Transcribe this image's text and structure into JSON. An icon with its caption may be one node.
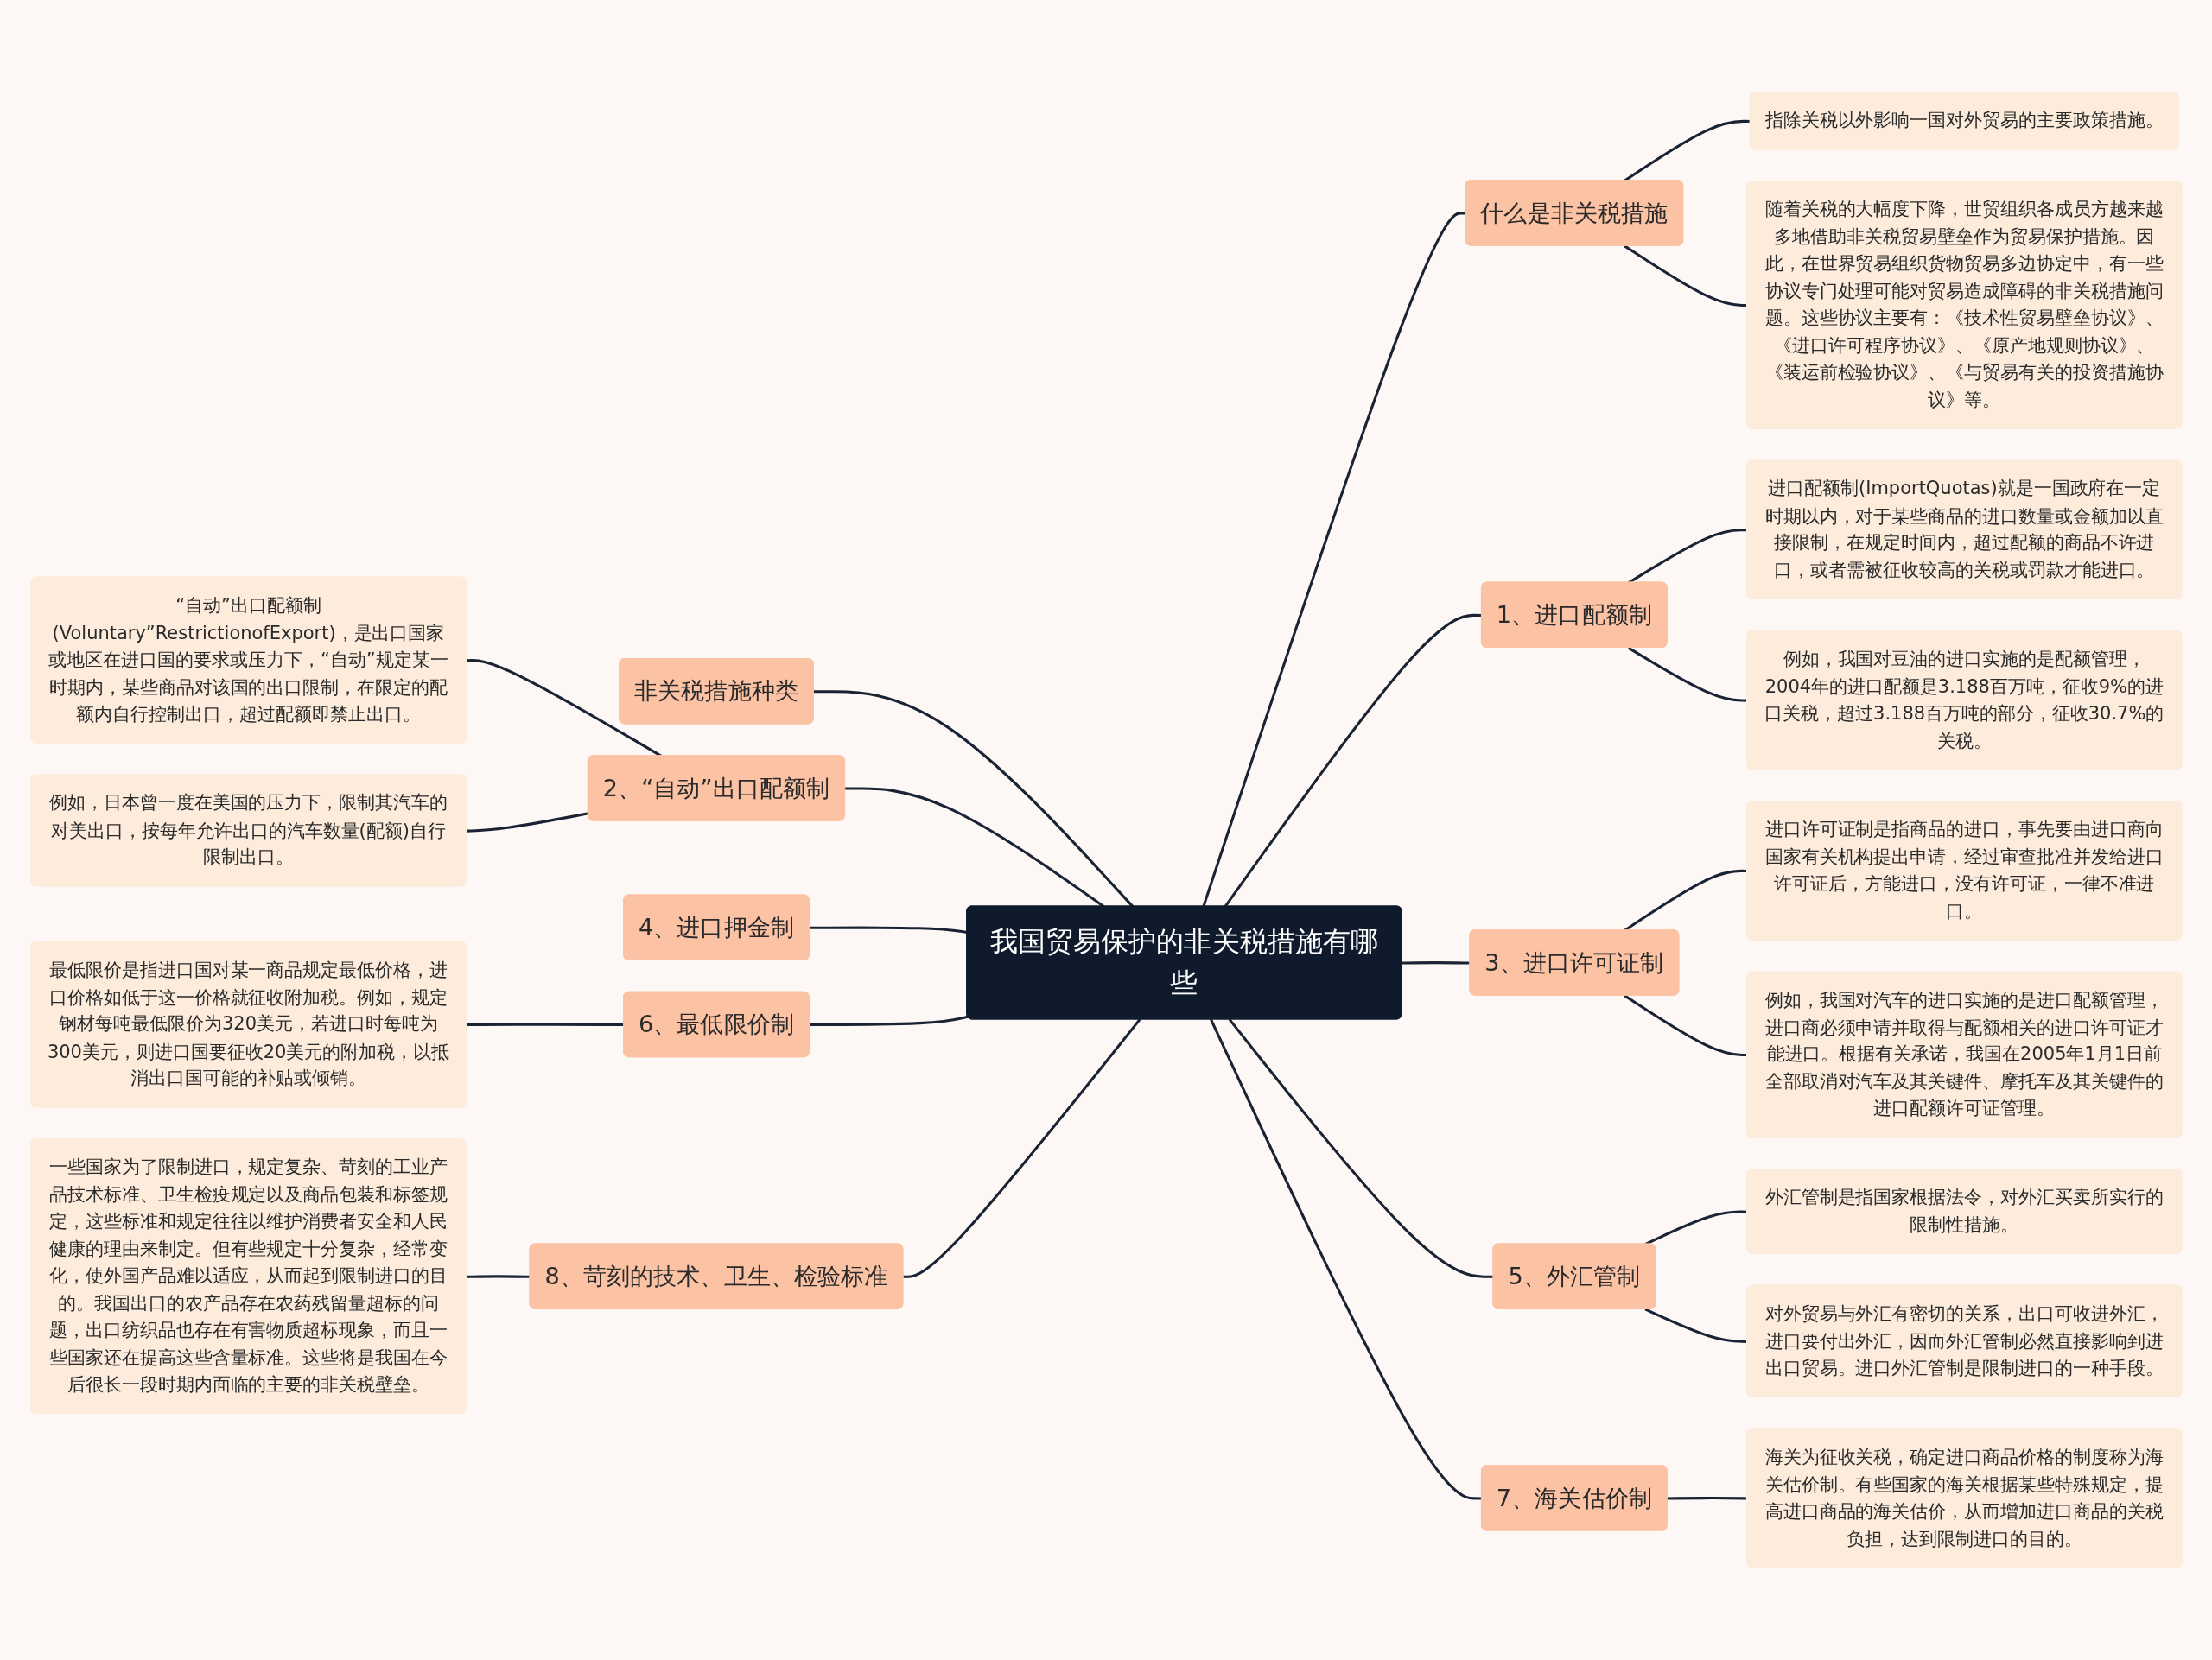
{
  "diagram": {
    "nodes": [
      {
        "text": [
          "我国贸易保护的非关税措施有哪些"
        ]
      },
      {
        "text": [
          "什么是非关税措施"
        ]
      },
      {
        "text": [
          "指除关税以外影响一国对外贸易的主要政策措施。"
        ]
      },
      {
        "text": [
          "随着关税的大幅度下降，世贸组织各成员方越来越多地借助非关税贸易壁垒作为贸易保护措施。因此，在世界贸易组织货物贸易多边协定中，有一些协议专门处理可能对贸易造成障碍的非关税措施问题。这些协议主要有：《技术性贸易壁垒协议》、《进口许可程序协议》、《原产地规则协议》、《装运前检验协议》、《与贸易有关的投资措施协议》等。"
        ]
      },
      {
        "text": [
          "1、进口配额制"
        ]
      },
      {
        "text": [
          "进口配额制(ImportQuotas)就是一国政府在一定时期以内，对于某些商品的进口数量或金额加以直接限制，在规定时间内，超过配额的商品不许进口，或者需被征收较高的关税或罚款才能进口。"
        ]
      },
      {
        "text": [
          "例如，我国对豆油的进口实施的是配额管理，2004年的进口配额是3.188百万吨，征收9%的进口关税，超过3.188百万吨的部分，征收30.7%的关税。"
        ]
      },
      {
        "text": [
          "3、进口许可证制"
        ]
      },
      {
        "text": [
          "进口许可证制是指商品的进口，事先要由进口商向国家有关机构提出申请，经过审查批准并发给进口许可证后，方能进口，没有许可证，一律不准进口。"
        ]
      },
      {
        "text": [
          "例如，我国对汽车的进口实施的是进口配额管理，进口商必须申请并取得与配额相关的进口许可证才能进口。根据有关承诺，我国在2005年1月1日前全部取消对汽车及其关键件、摩托车及其关键件的进口配额许可证管理。"
        ]
      },
      {
        "text": [
          "5、外汇管制"
        ]
      },
      {
        "text": [
          "外汇管制是指国家根据法令，对外汇买卖所实行的限制性措施。"
        ]
      },
      {
        "text": [
          "对外贸易与外汇有密切的关系，出口可收进外汇，进口要付出外汇，因而外汇管制必然直接影响到进出口贸易。进口外汇管制是限制进口的一种手段。"
        ]
      },
      {
        "text": [
          "7、海关估价制"
        ]
      },
      {
        "text": [
          "海关为征收关税，确定进口商品价格的制度称为海关估价制。有些国家的海关根据某些特殊规定，提高进口商品的海关估价，从而增加进口商品的关税负担，达到限制进口的目的。"
        ]
      },
      {
        "text": [
          "非关税措施种类"
        ]
      },
      {
        "text": [
          "2、“自动”出口配额制"
        ]
      },
      {
        "text": [
          "“自动”出口配额制(Voluntary”RestrictionofExport)，是出口国家或地区在进口国的要求或压力下，“自动”规定某一时期内，某些商品对该国的出口限制，在限定的配额内自行控制出口，超过配额即禁止出口。"
        ]
      },
      {
        "text": [
          "例如，日本曾一度在美国的压力下，限制其汽车的对美出口，按每年允许出口的汽车数量(配额)自行限制出口。"
        ]
      },
      {
        "text": [
          "4、进口押金制"
        ]
      },
      {
        "text": [
          "6、最低限价制"
        ]
      },
      {
        "text": [
          "最低限价是指进口国对某一商品规定最低价格，进口价格如低于这一价格就征收附加税。例如，规定钢材每吨最低限价为320美元，若进口时每吨为300美元，则进口国要征收20美元的附加税，以抵消出口国可能的补贴或倾销。"
        ]
      },
      {
        "text": [
          "8、苛刻的技术、卫生、检验标准"
        ]
      },
      {
        "text": [
          "一些国家为了限制进口，规定复杂、苛刻的工业产品技术标准、卫生检疫规定以及商品包装和标签规定，这些标准和规定往往以维护消费者安全和人民健康的理由来制定。但有些规定十分复杂，经常变化，使外国产品难以适应，从而起到限制进口的目的。我国出口的农产品存在农药残留量超标的问题，出口纺织品也存在有害物质超标现象，而且一些国家还在提高这些含量标准。这些将是我国在今后很长一段时期内面临的主要的非关税壁垒。"
        ]
      }
    ],
    "edges": [
      {
        "from": 0,
        "to": 1,
        "arrow": "none"
      },
      {
        "from": 1,
        "to": 2,
        "arrow": "none"
      },
      {
        "from": 1,
        "to": 3,
        "arrow": "none"
      },
      {
        "from": 0,
        "to": 4,
        "arrow": "none"
      },
      {
        "from": 4,
        "to": 5,
        "arrow": "none"
      },
      {
        "from": 4,
        "to": 6,
        "arrow": "none"
      },
      {
        "from": 0,
        "to": 7,
        "arrow": "none"
      },
      {
        "from": 7,
        "to": 8,
        "arrow": "none"
      },
      {
        "from": 7,
        "to": 9,
        "arrow": "none"
      },
      {
        "from": 0,
        "to": 10,
        "arrow": "none"
      },
      {
        "from": 10,
        "to": 11,
        "arrow": "none"
      },
      {
        "from": 10,
        "to": 12,
        "arrow": "none"
      },
      {
        "from": 0,
        "to": 13,
        "arrow": "none"
      },
      {
        "from": 13,
        "to": 14,
        "arrow": "none"
      },
      {
        "from": 15,
        "to": 0,
        "arrow": "none"
      },
      {
        "from": 17,
        "to": 16,
        "arrow": "none"
      },
      {
        "from": 18,
        "to": 16,
        "arrow": "none"
      },
      {
        "from": 16,
        "to": 0,
        "arrow": "none"
      },
      {
        "from": 19,
        "to": 0,
        "arrow": "none"
      },
      {
        "from": 21,
        "to": 20,
        "arrow": "none"
      },
      {
        "from": 20,
        "to": 0,
        "arrow": "none"
      },
      {
        "from": 23,
        "to": 22,
        "arrow": "none"
      },
      {
        "from": 22,
        "to": 0,
        "arrow": "none"
      }
    ]
  }
}
